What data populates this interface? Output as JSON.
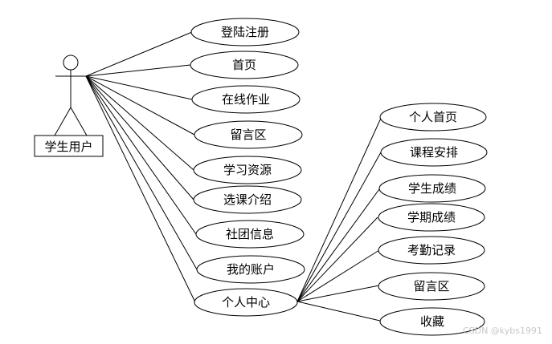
{
  "actor": {
    "label": "学生用户"
  },
  "main_usecases": [
    "登陆注册",
    "首页",
    "在线作业",
    "留言区",
    "学习资源",
    "选课介绍",
    "社团信息",
    "我的账户",
    "个人中心"
  ],
  "sub_usecases": [
    "个人首页",
    "课程安排",
    "学生成绩",
    "学期成绩",
    "考勤记录",
    "留言区",
    "收藏"
  ],
  "watermark": "CSDN @kybs1991"
}
